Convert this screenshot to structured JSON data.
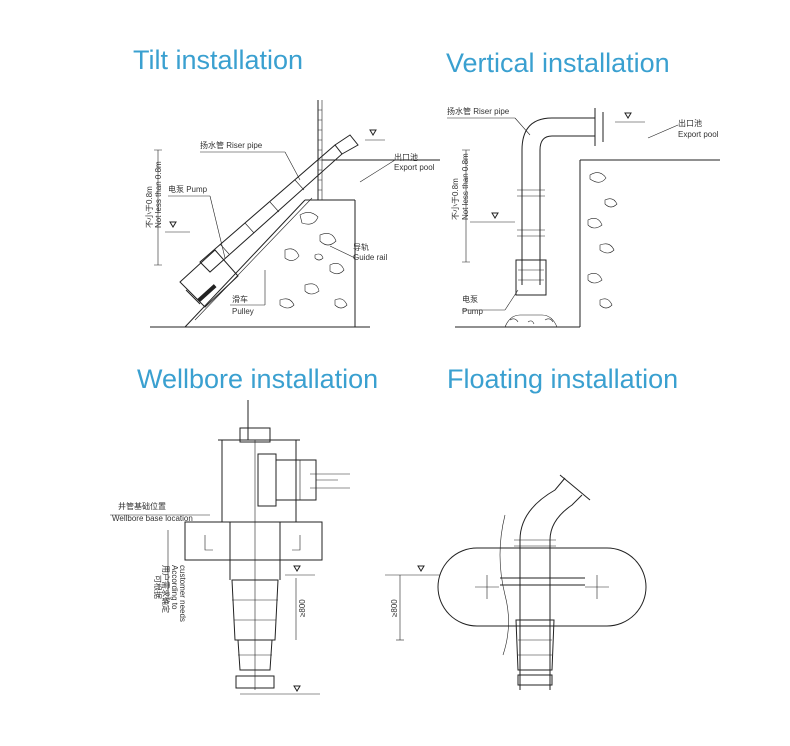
{
  "titles": {
    "tilt": "Tilt installation",
    "vertical": "Vertical installation",
    "wellbore": "Wellbore installation",
    "floating": "Floating installation"
  },
  "tilt": {
    "riser_pipe": "扬水管 Riser pipe",
    "export_pool_cn": "出口池",
    "export_pool_en": "Export pool",
    "pump": "电泵 Pump",
    "guide_rail_cn": "导轨",
    "guide_rail_en": "Guide rail",
    "pulley_cn": "滑车",
    "pulley_en": "Pulley",
    "depth_cn": "不小于0.8m",
    "depth_en": "Not less than 0.8m"
  },
  "vertical": {
    "riser_pipe": "扬水管 Riser pipe",
    "export_pool_cn": "出口池",
    "export_pool_en": "Export pool",
    "pump_cn": "电泵",
    "pump_en": "Pump",
    "depth_cn": "不小于0.8m",
    "depth_en": "Not less than 0.8m"
  },
  "wellbore": {
    "base_cn": "井管基础位置",
    "base_en": "Wellbore base location",
    "custom_cn": "可根据",
    "custom_cn2": "用户需求确定",
    "custom_en": "According to",
    "custom_en2": "customer needs",
    "depth": "≥800"
  },
  "floating": {
    "depth": "≥800"
  },
  "colors": {
    "title": "#3aa0d0",
    "line": "#222222"
  }
}
